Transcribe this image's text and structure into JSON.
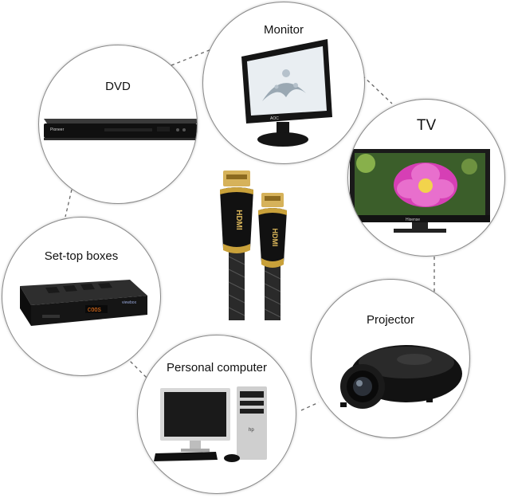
{
  "devices": [
    {
      "id": "dvd",
      "label": "DVD",
      "brand": "Pioneer",
      "icon": "dvd-player-icon"
    },
    {
      "id": "monitor",
      "label": "Monitor",
      "brand": "AOC",
      "icon": "monitor-icon"
    },
    {
      "id": "tv",
      "label": "TV",
      "brand": "Hisense",
      "icon": "tv-icon"
    },
    {
      "id": "settop",
      "label": "Set-top boxes",
      "brand": "viewbox",
      "display": "COOS",
      "icon": "set-top-box-icon"
    },
    {
      "id": "projector",
      "label": "Projector",
      "icon": "projector-icon"
    },
    {
      "id": "pc",
      "label": "Personal computer",
      "brand": "hp",
      "icon": "desktop-computer-icon"
    }
  ],
  "cable": {
    "connector_text": "HDMI",
    "icon": "hdmi-cable-icon"
  },
  "colors": {
    "gold": "#c9a13a",
    "braid": "#2a2a2a",
    "connector_body": "#111111",
    "tv_flower": "#d63fb5"
  }
}
